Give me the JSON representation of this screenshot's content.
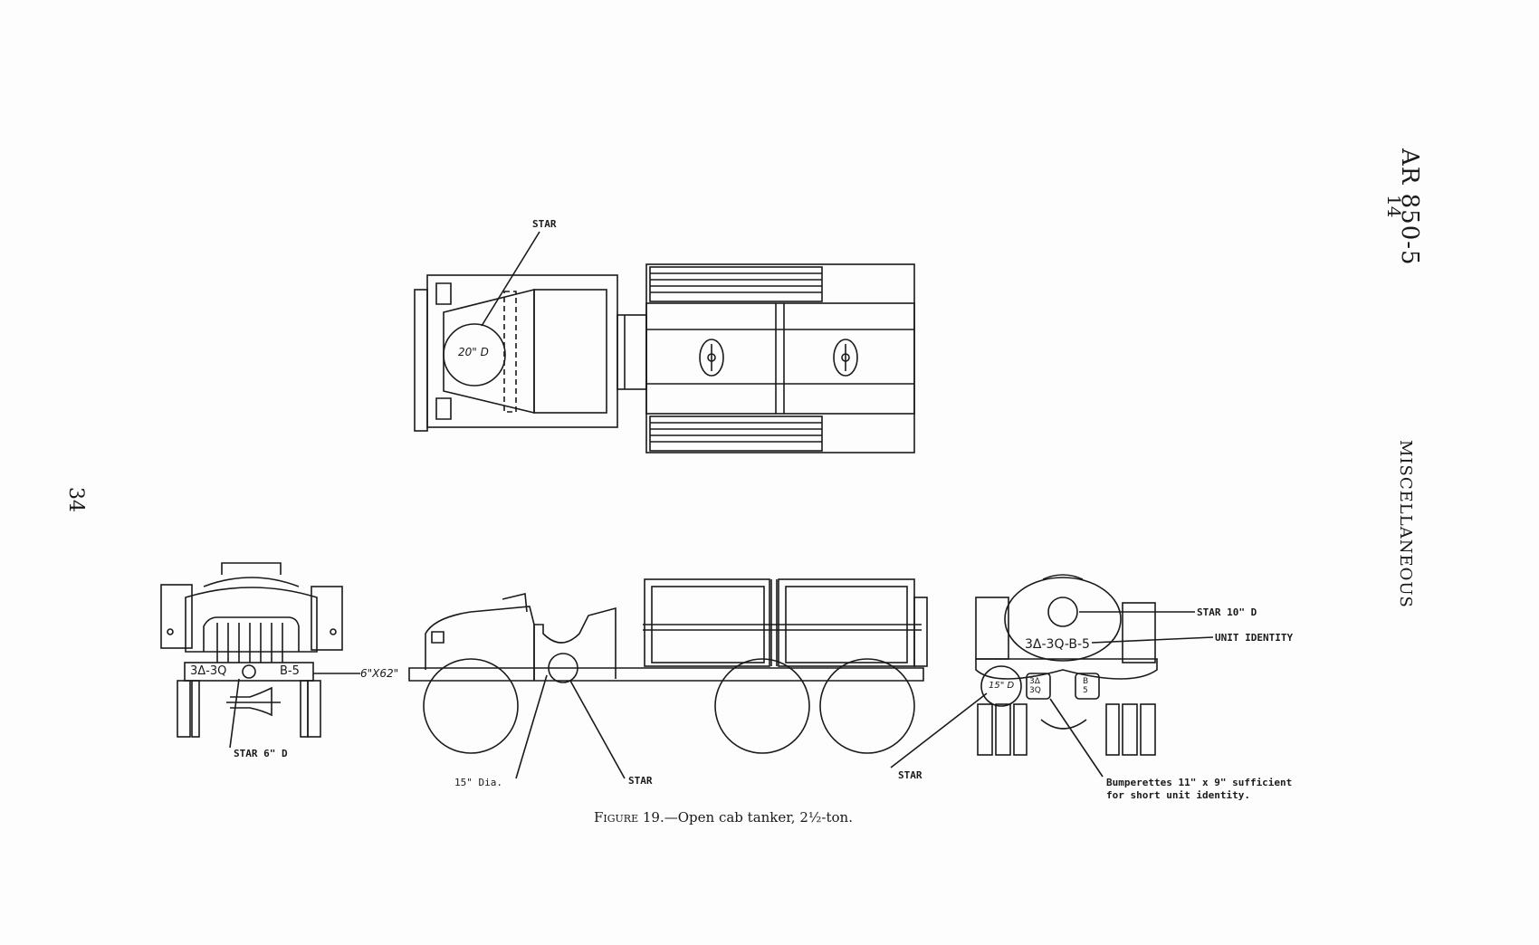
{
  "header": {
    "doc_number": "AR 850-5",
    "paragraph": "14",
    "section_title": "MISCELLANEOUS",
    "page_number": "34"
  },
  "figure": {
    "caption_label": "Figure 19.",
    "caption_text": "—Open cab tanker, 2½-ton.",
    "callouts": {
      "top_star": "STAR",
      "top_dim": "20\" D",
      "front_bumper_left": "3Δ-3Q",
      "front_bumper_right": "B-5",
      "front_star": "STAR 6\" D",
      "front_dim": "6\"X62\"",
      "side_dia": "15\" Dia.",
      "side_star": "STAR",
      "rear_star_label": "STAR 10\" D",
      "rear_unit_label": "UNIT IDENTITY",
      "rear_tank_text": "3Δ-3Q-B-5",
      "rear_circle_dim": "15\" D",
      "rear_bump_left": "3Δ 3Q",
      "rear_bump_right": "B 5",
      "rear_star": "STAR",
      "bumperettes_line1": "Bumperettes 11\" x 9\" sufficient",
      "bumperettes_line2": "for short unit identity."
    }
  }
}
